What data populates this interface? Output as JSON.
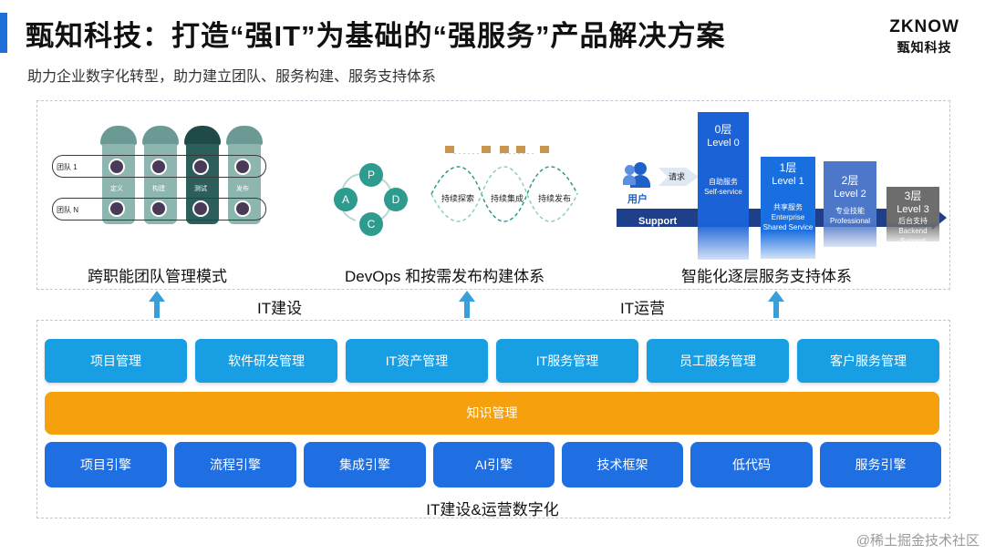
{
  "header": {
    "title": "甄知科技：打造“强IT”为基础的“强服务”产品解决方案",
    "subtitle": "助力企业数字化转型，助力建立团队、服务构建、服务支持体系",
    "logo_mark": "ZKNOW",
    "logo_sub": "甄知科技"
  },
  "team_panel": {
    "caption": "跨职能团队管理模式",
    "row1": "团队 1",
    "rowN": "团队 N",
    "silos": [
      "定义",
      "构建",
      "测试",
      "发布"
    ]
  },
  "devops_panel": {
    "caption": "DevOps 和按需发布构建体系",
    "cycle": [
      "P",
      "D",
      "C",
      "A"
    ],
    "waves": [
      "持续探索",
      "持续集成",
      "持续发布"
    ]
  },
  "support_panel": {
    "caption": "智能化逐层服务支持体系",
    "user_label": "用户",
    "request_label": "请求",
    "support_label": "Support",
    "levels": [
      {
        "name": "0层",
        "en": "Level 0",
        "desc": "自助服务",
        "desc2": "Self-service"
      },
      {
        "name": "1层",
        "en": "Level 1",
        "desc": "共享服务",
        "desc2": "Enterprise Shared Service"
      },
      {
        "name": "2层",
        "en": "Level 2",
        "desc": "专业技能",
        "desc2": "Professional"
      },
      {
        "name": "3层",
        "en": "Level 3",
        "desc": "后台支持",
        "desc2": "Backend Support"
      }
    ]
  },
  "labels": {
    "it_build": "IT建设",
    "it_ops": "IT运营",
    "bottom_caption": "IT建设&运营数字化"
  },
  "modules": [
    "项目管理",
    "软件研发管理",
    "IT资产管理",
    "IT服务管理",
    "员工服务管理",
    "客户服务管理"
  ],
  "knowledge": "知识管理",
  "engines": [
    "项目引擎",
    "流程引擎",
    "集成引擎",
    "AI引擎",
    "技术框架",
    "低代码",
    "服务引擎"
  ],
  "watermark": "@稀土掘金技术社区",
  "colors": {
    "accent": "#1e6fd9",
    "module": "#189fe3",
    "knowledge": "#f5a00c",
    "engine": "#1f6fe3",
    "level": "#1a62d6"
  }
}
